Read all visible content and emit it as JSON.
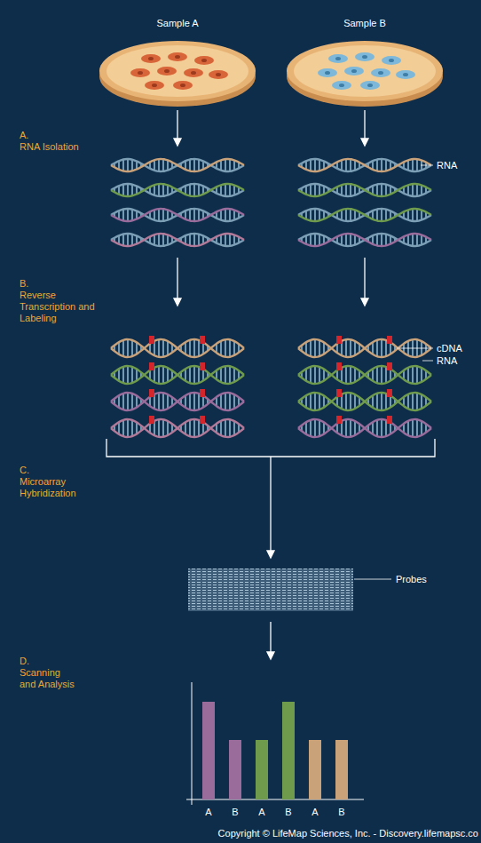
{
  "diagram": {
    "nodes": [
      {
        "text": [
          "Sample A"
        ]
      },
      {
        "text": [
          "Sample B"
        ]
      }
    ],
    "labels": [
      "A.",
      "RNA Isolation",
      "RNA",
      "B.",
      "Reverse Transcription and Labeling",
      "cDNA",
      "RNA",
      "C.",
      "Microarray Hybridization",
      "Probes",
      "D.",
      "Scanning and Analysis",
      "A",
      "B",
      "A",
      "B",
      "A",
      "B",
      "Copyright © LifeMap Sciences, Inc. - Discovery.lifemapsc.co"
    ]
  }
}
